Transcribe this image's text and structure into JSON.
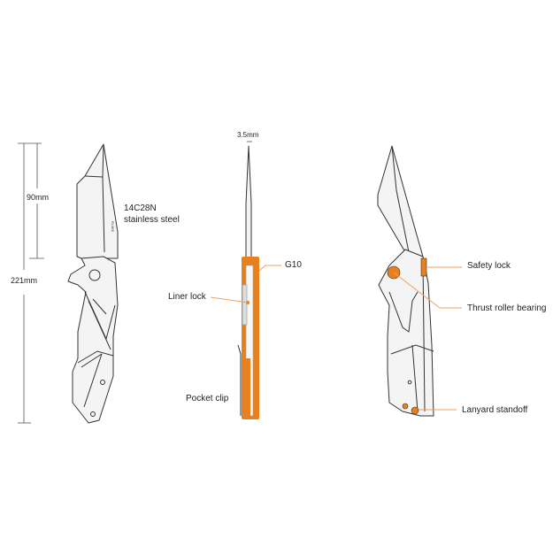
{
  "dimensions": {
    "blade_length": "90mm",
    "overall_length": "221mm",
    "thickness": "3.5mm"
  },
  "labels": {
    "blade_steel_line1": "14C28N",
    "blade_steel_line2": "stainless steel",
    "handle_material": "G10",
    "liner_lock": "Liner lock",
    "pocket_clip": "Pocket clip",
    "safety_lock": "Safety lock",
    "thrust_bearing": "Thrust roller bearing",
    "lanyard": "Lanyard standoff"
  },
  "colors": {
    "accent": "#e8801e",
    "callout_line": "#f0a060",
    "outline": "#333333"
  }
}
